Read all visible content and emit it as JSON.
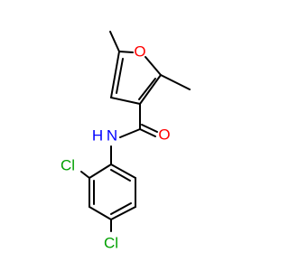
{
  "atoms": {
    "oxygen_ring": {
      "text": "O",
      "color": "#ff0000"
    },
    "oxygen_carbonyl": {
      "text": "O",
      "color": "#ff0000"
    },
    "nitrogen_amide": {
      "text": "N",
      "color": "#0000ff"
    },
    "hydrogen_amide": {
      "text": "H",
      "color": "#0000ff"
    },
    "chlorine_ortho": {
      "text": "Cl",
      "color": "#00a000"
    },
    "chlorine_para": {
      "text": "Cl",
      "color": "#00a000"
    }
  }
}
